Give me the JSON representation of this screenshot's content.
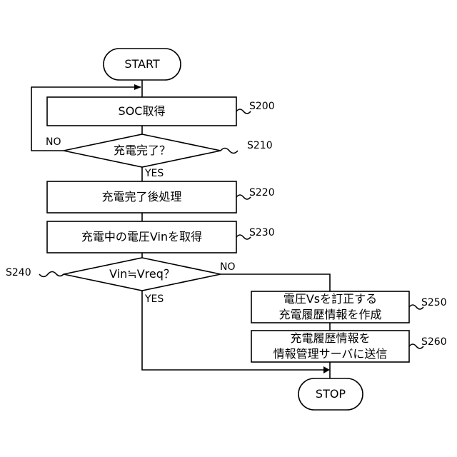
{
  "terminals": {
    "start": "START",
    "stop": "STOP"
  },
  "processes": {
    "s200": "SOC取得",
    "s220": "充電完了後処理",
    "s230": "充電中の電圧Vinを取得",
    "s250_line1": "電圧Vsを訂正する",
    "s250_line2": "充電履歴情報を作成",
    "s260_line1": "充電履歴情報を",
    "s260_line2": "情報管理サーバに送信"
  },
  "decisions": {
    "s210": "充電完了？",
    "s240": "Vin≒Vreq？"
  },
  "step_labels": {
    "s200": "S200",
    "s210": "S210",
    "s220": "S220",
    "s230": "S230",
    "s240": "S240",
    "s250": "S250",
    "s260": "S260"
  },
  "branch_labels": {
    "s210_no": "NO",
    "s210_yes": "YES",
    "s240_no": "NO",
    "s240_yes": "YES"
  }
}
